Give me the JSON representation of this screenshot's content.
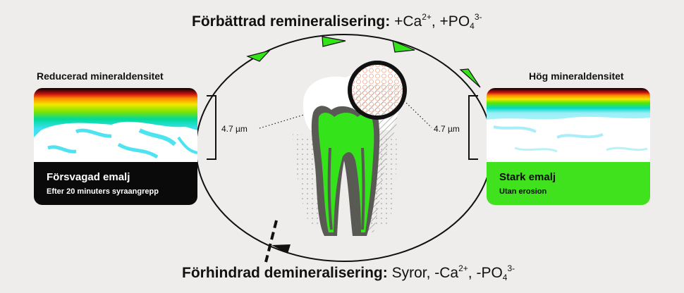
{
  "colors": {
    "background": "#eeedeb",
    "accent_green": "#35e31a",
    "weak_caption_bg": "#0a0a0a",
    "strong_caption_bg": "#3fe21c",
    "cycle_line": "#111111"
  },
  "top_label": {
    "bold": "Förbättrad remineralisering:",
    "formula_prefix": "+Ca",
    "ca_charge": "2+",
    "formula_mid": ", +PO",
    "po_subscript": "4",
    "po_charge": "3-"
  },
  "bottom_label": {
    "bold": "Förhindrad demineralisering:",
    "formula_prefix": "Syror, -Ca",
    "ca_charge": "2+",
    "formula_mid": ", -PO",
    "po_subscript": "4",
    "po_charge": "3-"
  },
  "left_panel": {
    "heading": "Reducerad mineraldensitet",
    "caption_title": "Försvagad emalj",
    "caption_subtitle": "Efter 20 minuters syraangrepp",
    "measurement": "4.7 µm"
  },
  "right_panel": {
    "heading": "Hög mineraldensitet",
    "caption_title": "Stark emalj",
    "caption_subtitle": "Utan erosion",
    "measurement": "4.7 µm"
  },
  "icons": {
    "tooth": "tooth-cross-section-icon",
    "magnifier": "magnifier-icon",
    "arrow": "arrow-head-icon",
    "blocked": "blocked-arrow-icon"
  }
}
